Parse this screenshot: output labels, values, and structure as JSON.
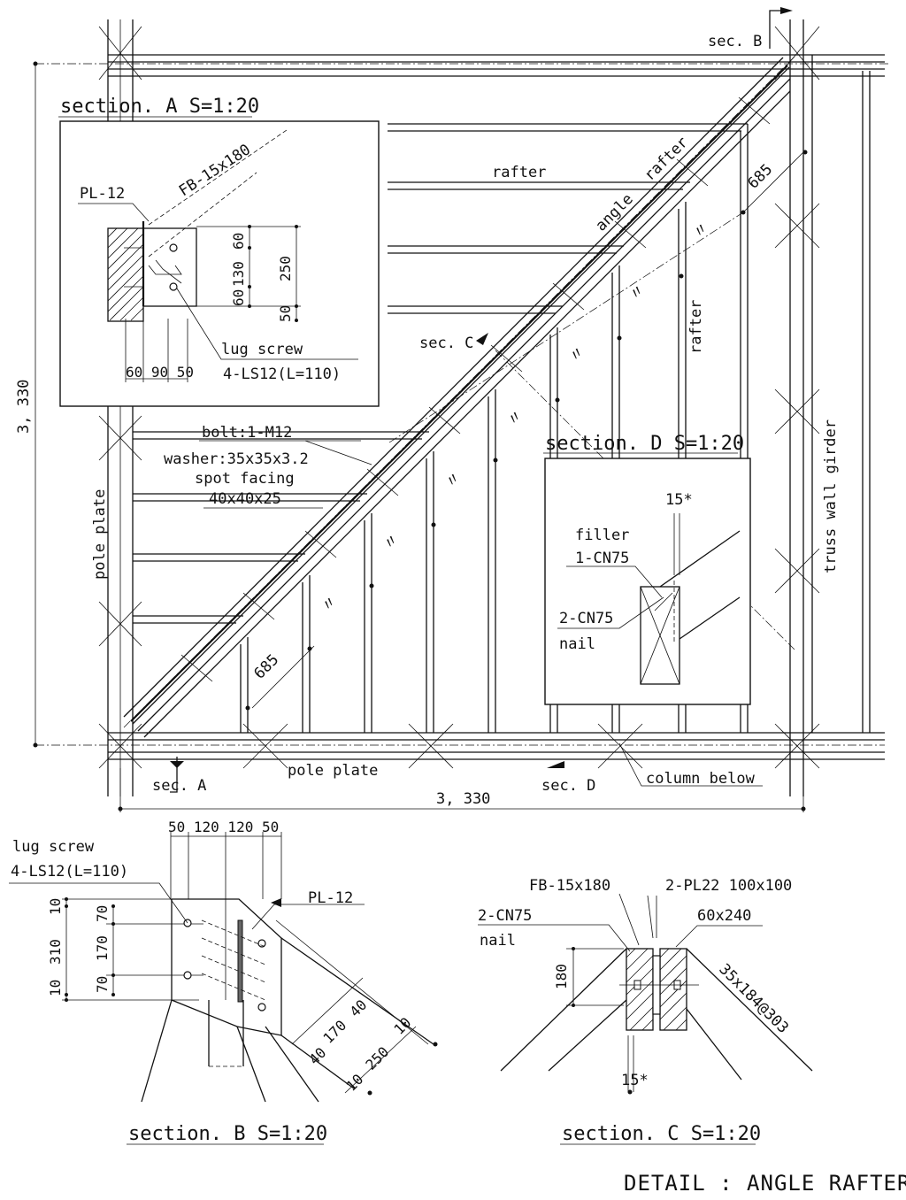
{
  "plan": {
    "sec_b": "sec. B",
    "sec_c": "sec. C",
    "sec_a": "sec. A",
    "sec_d": "sec. D",
    "rafter_top": "rafter",
    "rafter_diag": "rafter",
    "angle": "angle",
    "rafter_right": "rafter",
    "dim_685_top": "685",
    "dim_685_bottom": "685",
    "dim_height": "3, 330",
    "dim_width": "3, 330",
    "pole_plate_left": "pole plate",
    "pole_plate_bottom": "pole plate",
    "truss": "truss wall girder",
    "column_below": "column below",
    "bolt": "bolt:1-M12",
    "washer": "washer:35x35x3.2",
    "spot": "spot facing",
    "spot_dim": "40x40x25",
    "ditto": "〃"
  },
  "section_a": {
    "title": "section. A  S=1:20",
    "fb": "FB-15x180",
    "pl": "PL-12",
    "d60": "60",
    "d130": "130",
    "d60b": "60",
    "d250": "250",
    "d50": "50",
    "lug1": "lug screw",
    "lug2": "4-LS12(L=110)",
    "bottom_dims": "60 90 50"
  },
  "section_d": {
    "title": "section. D  S=1:20",
    "d15": "15*",
    "filler": "filler",
    "filler2": "1-CN75",
    "cn": "2-CN75",
    "nail": "nail"
  },
  "section_b": {
    "title": "section. B  S=1:20",
    "lug1": "lug screw",
    "lug2": "4-LS12(L=110)",
    "top_dims": "50 120 120 50",
    "pl": "PL-12",
    "d10a": "10",
    "d310": "310",
    "d10b": "10",
    "d70a": "70",
    "d170": "170",
    "d70b": "70",
    "d40a": "40",
    "d170b": "170",
    "d40b": "40",
    "d10c": "10",
    "d250": "250",
    "d10d": "10"
  },
  "section_c": {
    "title": "section. C  S=1:20",
    "fb": "FB-15x180",
    "pl22": "2-PL22 100x100",
    "cn": "2-CN75",
    "nail": "nail",
    "s60": "60x240",
    "d180": "180",
    "s35": "35x184@303",
    "d15": "15*"
  },
  "footer": {
    "title": "DETAIL  :  ANGLE RAFTER"
  }
}
